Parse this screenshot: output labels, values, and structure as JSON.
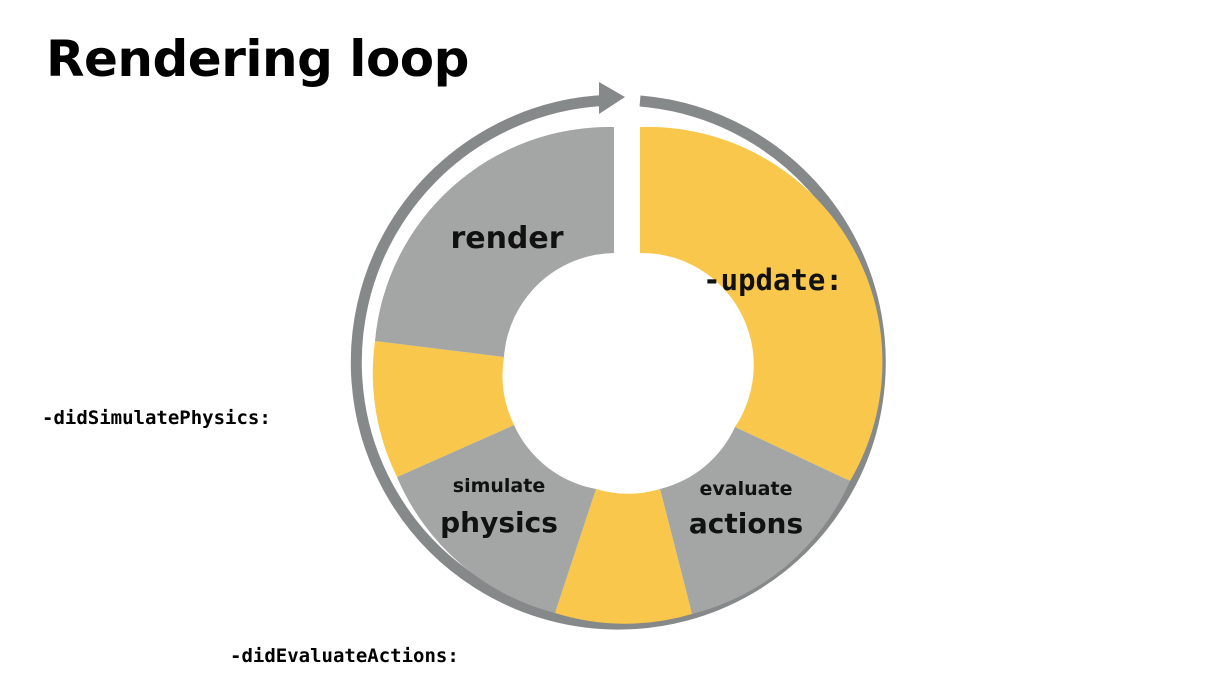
{
  "title": "Rendering loop",
  "colors": {
    "phase_yellow": "#F9C74B",
    "phase_gray": "#A3A6A4",
    "loop_ring": "#86898A",
    "background": "#FFFFFF"
  },
  "segments": [
    {
      "id": "update",
      "label": "-update:",
      "color": "yellow"
    },
    {
      "id": "evaluate-actions",
      "label_line1": "evaluate",
      "label_line2": "actions",
      "color": "gray"
    },
    {
      "id": "did-evaluate-actions",
      "color": "yellow"
    },
    {
      "id": "simulate-physics",
      "label_line1": "simulate",
      "label_line2": "physics",
      "color": "gray"
    },
    {
      "id": "did-simulate-physics",
      "color": "yellow"
    },
    {
      "id": "render",
      "label": "render",
      "color": "gray"
    }
  ],
  "callbacks": {
    "did_simulate_physics": "-didSimulatePhysics:",
    "did_evaluate_actions": "-didEvaluateActions:"
  },
  "icons": {
    "loop": "circular-arrow-icon"
  }
}
